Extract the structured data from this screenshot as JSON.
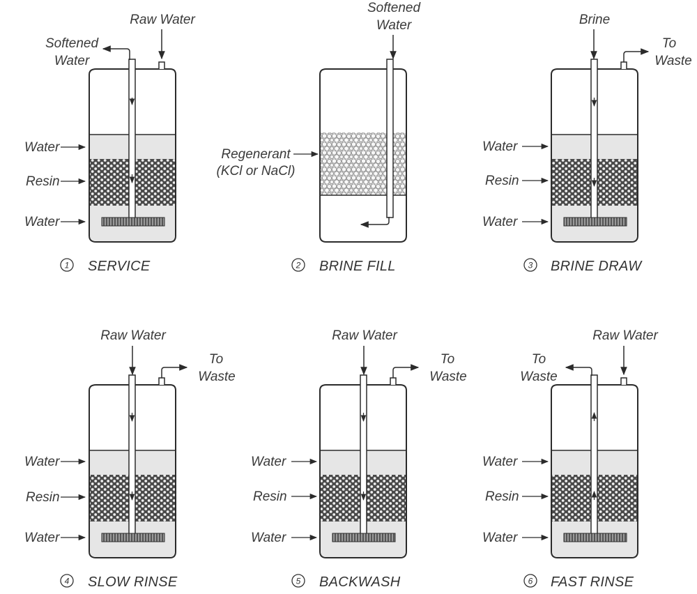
{
  "labels": {
    "water": "Water",
    "resin": "Resin",
    "raw_water": "Raw Water",
    "softened": "Softened",
    "water_word": "Water",
    "to": "To",
    "waste": "Waste",
    "brine": "Brine",
    "regenerant_1": "Regenerant",
    "regenerant_2": "(KCl or NaCl)"
  },
  "steps": [
    {
      "number": "1",
      "title": "SERVICE"
    },
    {
      "number": "2",
      "title": "BRINE FILL"
    },
    {
      "number": "3",
      "title": "BRINE DRAW"
    },
    {
      "number": "4",
      "title": "SLOW RINSE"
    },
    {
      "number": "5",
      "title": "BACKWASH"
    },
    {
      "number": "6",
      "title": "FAST RINSE"
    }
  ],
  "colors": {
    "outline": "#2b2b2b",
    "water_fill": "#e6e6e6",
    "resin_bg": "#4a4a4a",
    "resin_bead": "#eeeeee",
    "regenerant_fill": "#dcdcdc"
  }
}
